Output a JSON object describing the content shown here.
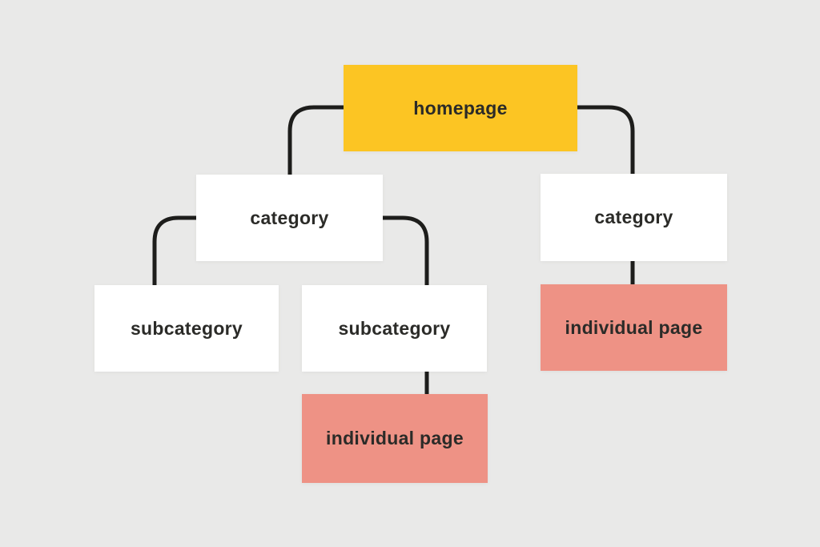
{
  "diagram": {
    "type": "sitemap-hierarchy",
    "background_color": "#e9e9e8",
    "connector_color": "#1d1d1b",
    "text_color": "#2b2b28",
    "node_colors": {
      "homepage": "#fcc523",
      "category": "#ffffff",
      "subcategory": "#ffffff",
      "individual_page": "#ee9285"
    },
    "nodes": [
      {
        "id": "homepage",
        "label": "homepage",
        "type": "homepage"
      },
      {
        "id": "category-left",
        "label": "category",
        "type": "category"
      },
      {
        "id": "category-right",
        "label": "category",
        "type": "category"
      },
      {
        "id": "subcategory-left",
        "label": "subcategory",
        "type": "subcategory"
      },
      {
        "id": "subcategory-middle",
        "label": "subcategory",
        "type": "subcategory"
      },
      {
        "id": "individual-page-middle",
        "label": "individual page",
        "type": "individual_page"
      },
      {
        "id": "individual-page-right",
        "label": "individual page",
        "type": "individual_page"
      }
    ],
    "edges": [
      {
        "from": "homepage",
        "to": "category-left"
      },
      {
        "from": "homepage",
        "to": "category-right"
      },
      {
        "from": "category-left",
        "to": "subcategory-left"
      },
      {
        "from": "category-left",
        "to": "subcategory-middle"
      },
      {
        "from": "subcategory-middle",
        "to": "individual-page-middle"
      },
      {
        "from": "category-right",
        "to": "individual-page-right"
      }
    ]
  }
}
